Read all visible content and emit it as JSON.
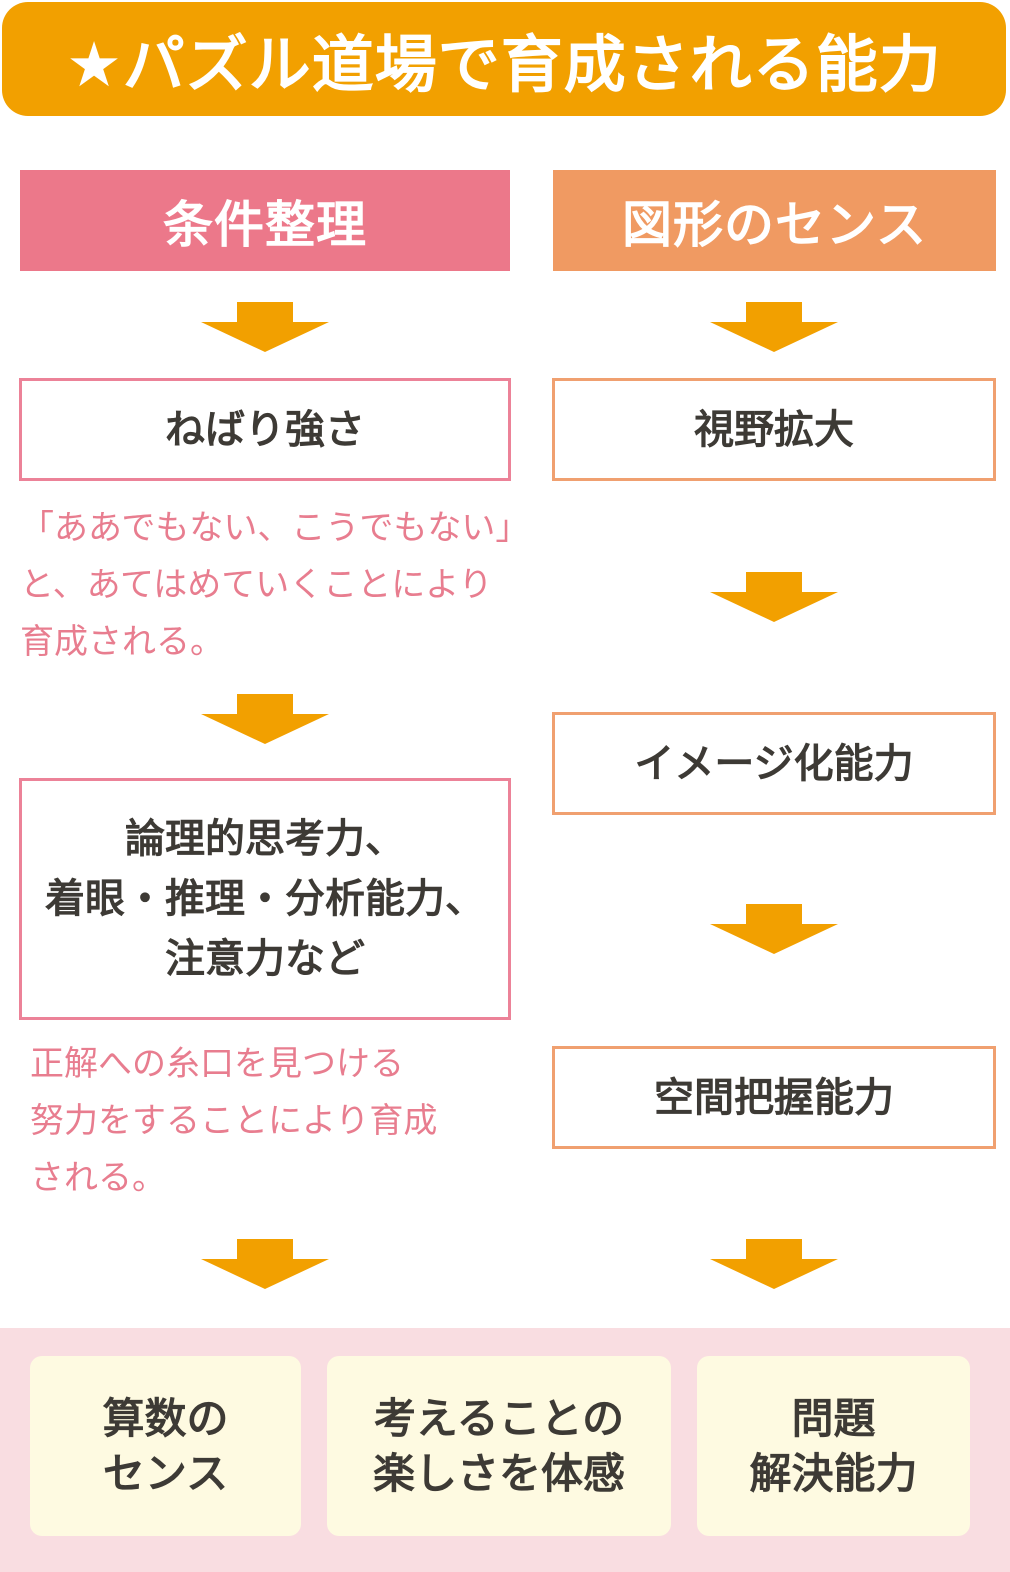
{
  "title": "★パズル道場で育成される能力",
  "left_column": {
    "header": "条件整理",
    "box1": "ねばり強さ",
    "desc1_lines": [
      "「ああでもない、こうでもない」",
      "と、あてはめていくことにより",
      "育成される。"
    ],
    "box2_lines": [
      "論理的思考力、",
      "着眼・推理・分析能力、",
      "注意力など"
    ],
    "desc2_lines": [
      "正解への糸口を見つける",
      "努力をすることにより育成",
      "される。"
    ]
  },
  "right_column": {
    "header": "図形のセンス",
    "box1": "視野拡大",
    "box2": "イメージ化能力",
    "box3": "空間把握能力"
  },
  "results": [
    {
      "lines": [
        "算数の",
        "センス"
      ]
    },
    {
      "lines": [
        "考えることの",
        "楽しさを体感"
      ]
    },
    {
      "lines": [
        "問題",
        "解決能力"
      ]
    }
  ],
  "colors": {
    "title_bg": "#f2a000",
    "left_accent": "#ec788a",
    "right_accent": "#f09a62",
    "arrow": "#f2a000",
    "description_text": "#e87d8f",
    "bottom_band": "#f9dde1",
    "result_box": "#fefae1"
  }
}
